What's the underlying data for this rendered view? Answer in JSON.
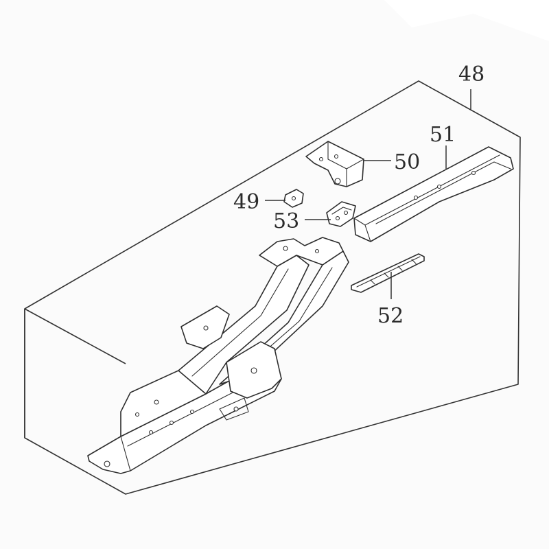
{
  "diagram": {
    "callouts": [
      {
        "id": "c48",
        "label": "48"
      },
      {
        "id": "c49",
        "label": "49"
      },
      {
        "id": "c50",
        "label": "50"
      },
      {
        "id": "c51",
        "label": "51"
      },
      {
        "id": "c52",
        "label": "52"
      },
      {
        "id": "c53",
        "label": "53"
      }
    ]
  }
}
